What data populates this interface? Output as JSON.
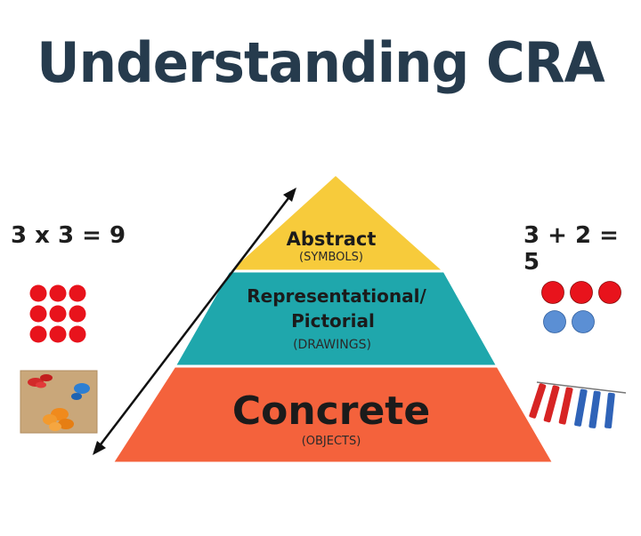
{
  "title": "Understanding CRA",
  "left_equation": "3 x 3 = 9",
  "right_equation": "3 + 2 = 5",
  "levels": [
    {
      "name": "Abstract",
      "sub": "(SYMBOLS)",
      "color": "#f7cb3b"
    },
    {
      "name_line1": "Representational/",
      "name_line2": "Pictorial",
      "sub": "(DRAWINGS)",
      "color": "#1fa7ac"
    },
    {
      "name": "Concrete",
      "sub": "(OBJECTS)",
      "color": "#f4623c"
    }
  ],
  "colors": {
    "title": "#263b4d",
    "red_dot": "#e8131c",
    "blue_dot": "#5b8fd4",
    "arrow": "#111111"
  },
  "icons": [
    "arrow-icon",
    "red-dots-icon",
    "blue-dots-icon",
    "counters-photo-icon",
    "clothespins-icon"
  ]
}
